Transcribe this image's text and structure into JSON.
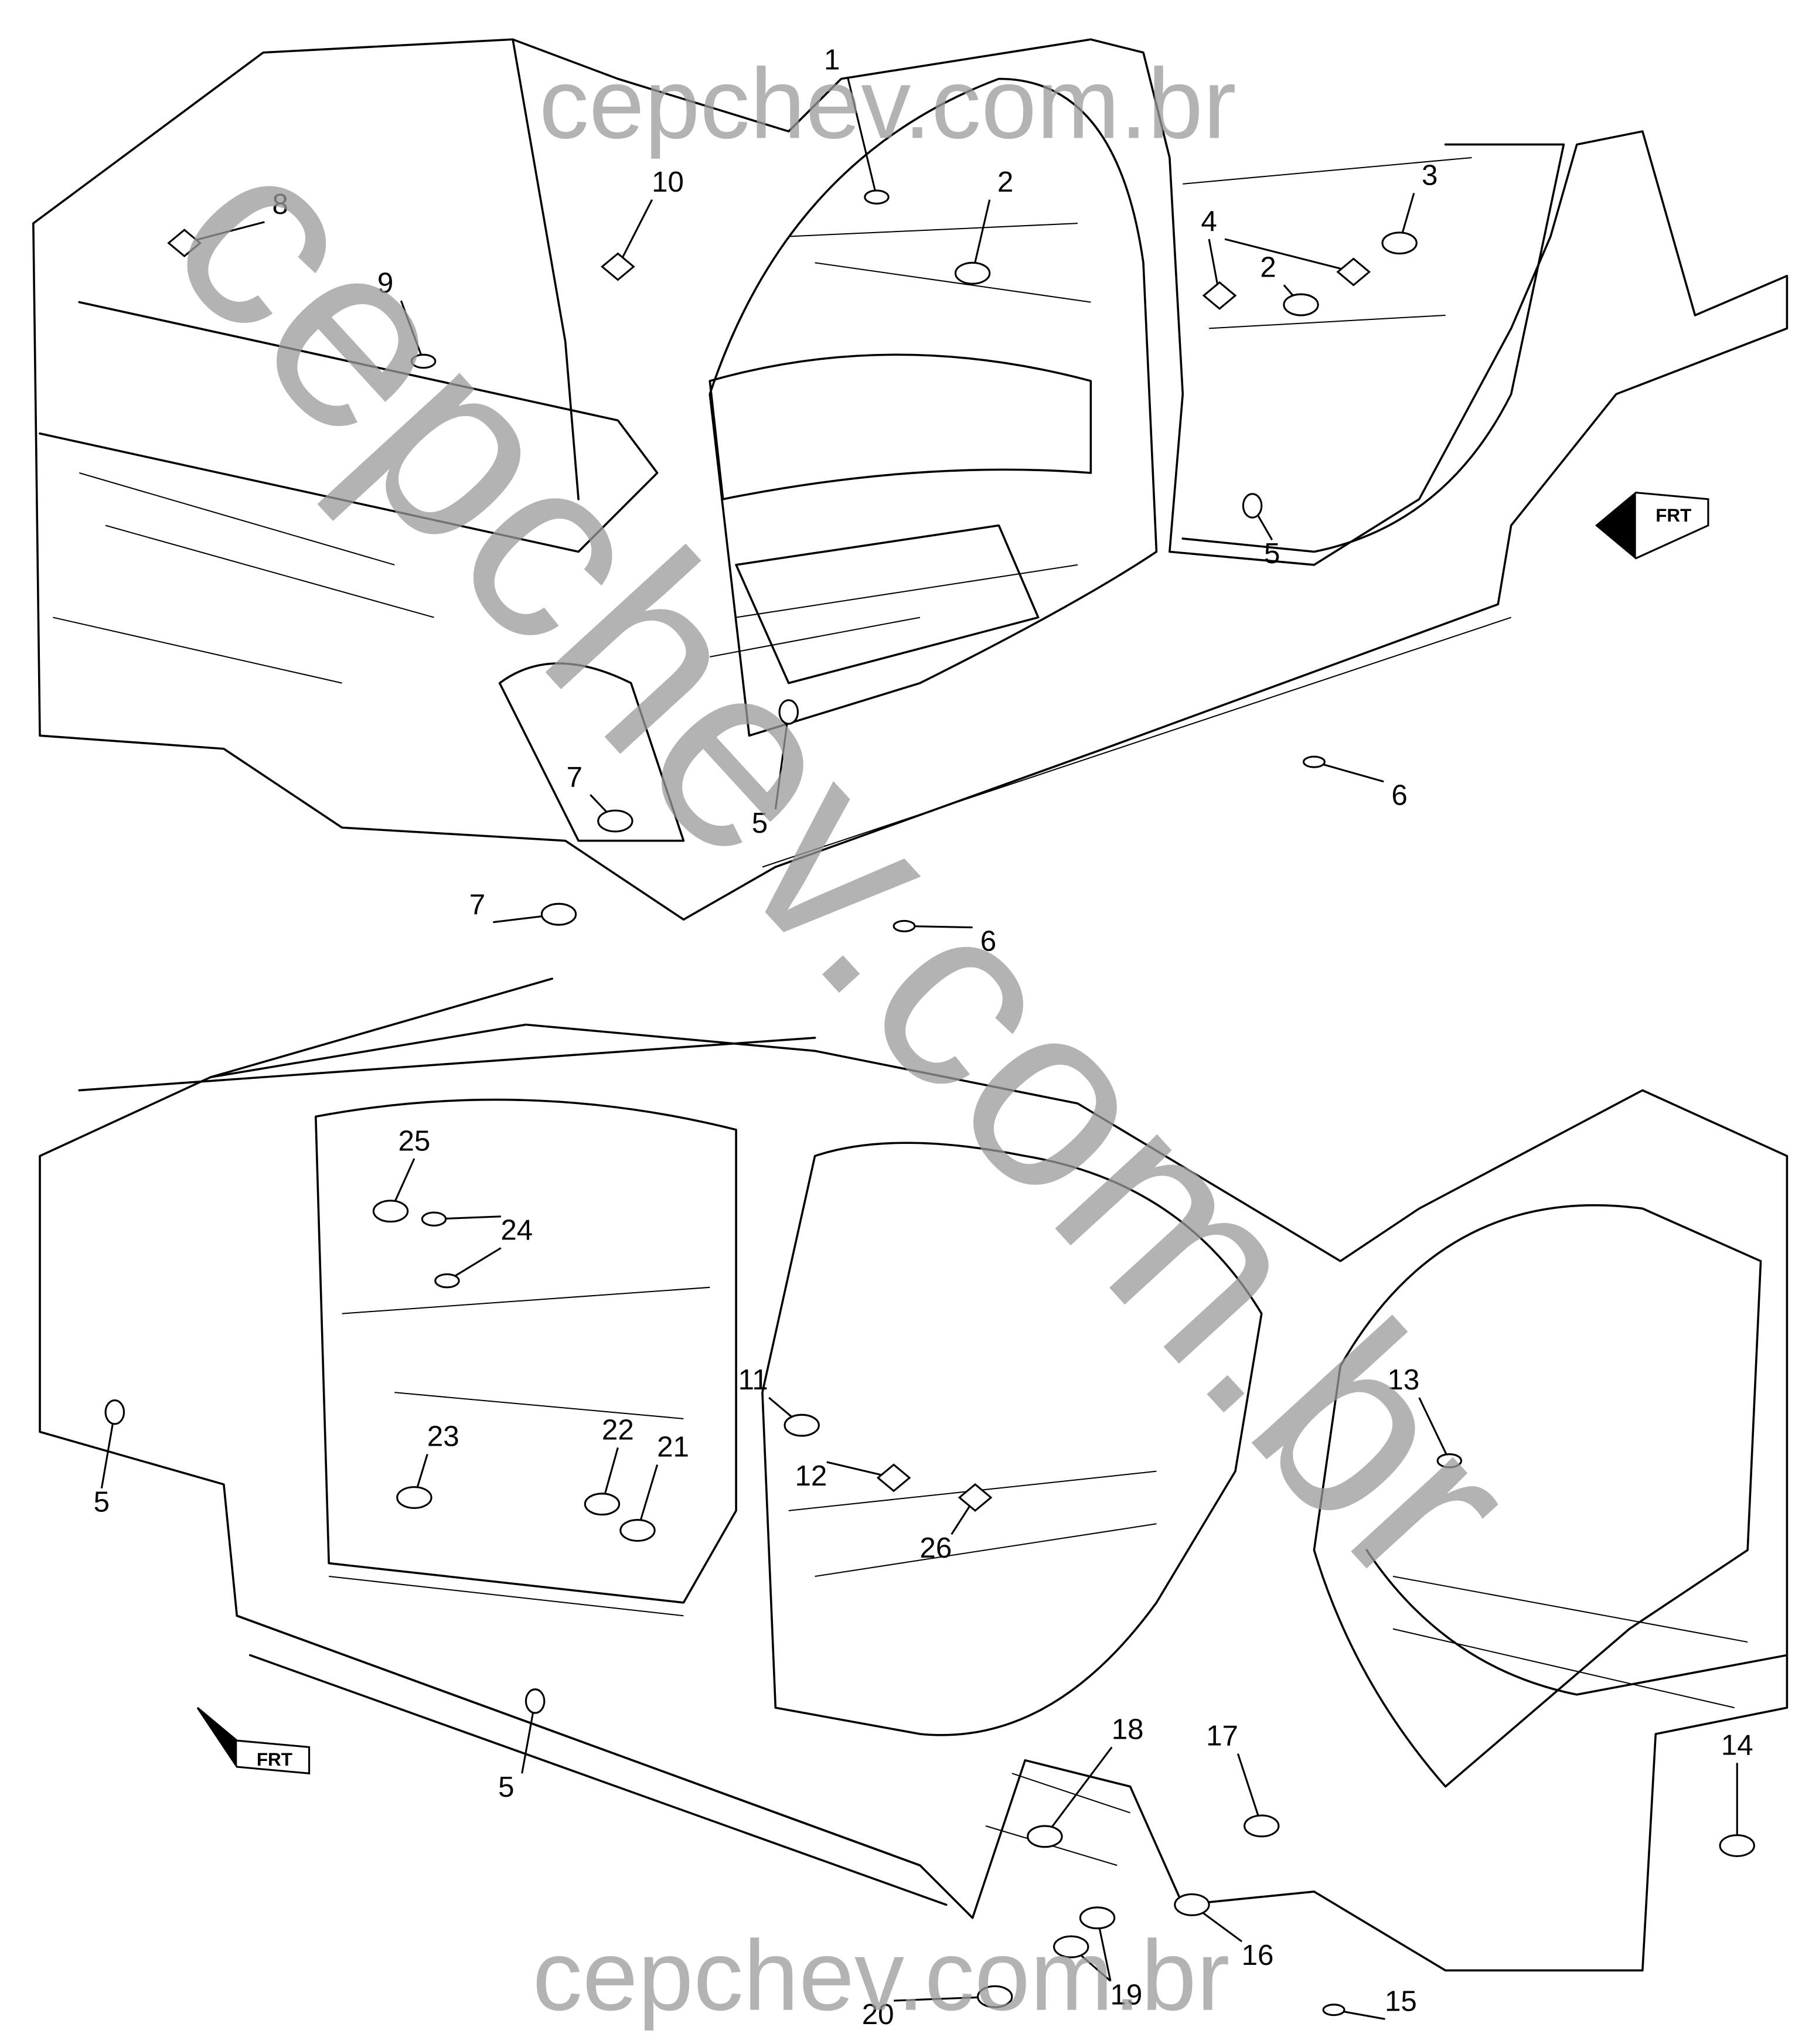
{
  "diagram": {
    "watermark": "cepchev.com.br",
    "frt_label": "FRT",
    "top_view": {
      "callouts": [
        "1",
        "2",
        "3",
        "4",
        "2",
        "8",
        "9",
        "10",
        "5",
        "7",
        "5",
        "6",
        "7",
        "6"
      ]
    },
    "bottom_view": {
      "callouts": [
        "25",
        "24",
        "5",
        "23",
        "22",
        "21",
        "11",
        "12",
        "26",
        "13",
        "5",
        "18",
        "17",
        "14",
        "16",
        "19",
        "20",
        "15"
      ]
    }
  }
}
